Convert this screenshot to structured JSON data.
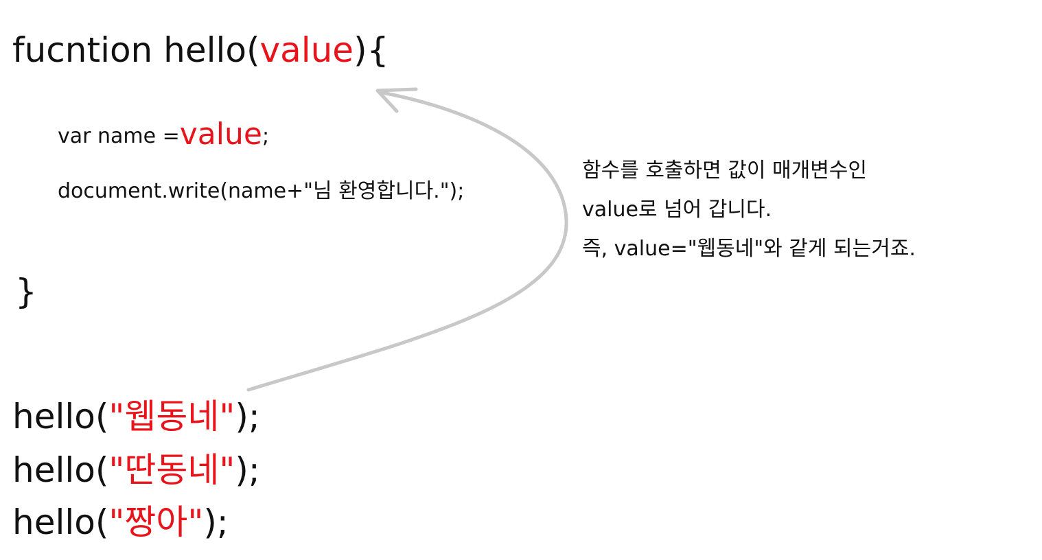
{
  "code": {
    "func_keyword": "fucntion hello(",
    "param": "value",
    "func_close": "){",
    "var_prefix": "var name =",
    "var_value": "value",
    "var_suffix": ";",
    "write_line": "document.write(name+\"님 환영합니다.\");",
    "close_brace": "}",
    "calls": [
      {
        "prefix": "hello(",
        "arg": "\"웹동네\"",
        "suffix": ");"
      },
      {
        "prefix": "hello(",
        "arg": "\"딴동네\"",
        "suffix": ");"
      },
      {
        "prefix": "hello(",
        "arg": "\"짱아\"",
        "suffix": ");"
      }
    ]
  },
  "note": {
    "lines": [
      "함수를 호출하면 값이 매개변수인",
      "value로 넘어 갑니다.",
      "즉, value=\"웹동네\"와 같게 되는거죠."
    ]
  },
  "colors": {
    "highlight": "#e8141b",
    "text": "#111111",
    "arrow": "#c8c8c8"
  },
  "icons": {
    "arrow": "curved-arrow-icon"
  }
}
